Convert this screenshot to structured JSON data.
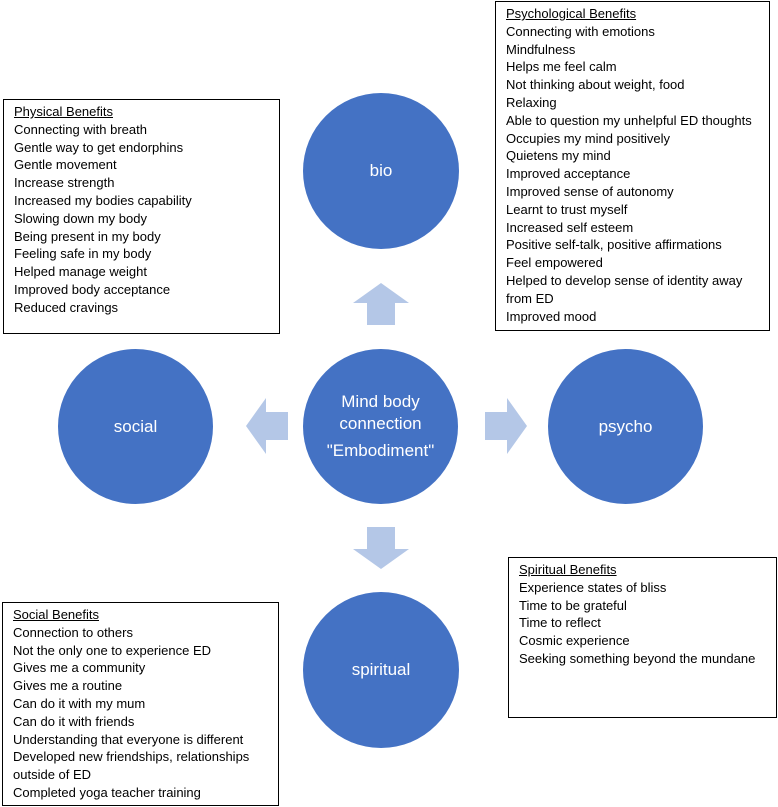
{
  "colors": {
    "circle": "#4472c4",
    "arrow": "#b4c7e7"
  },
  "nodes": {
    "center": {
      "line1": "Mind body",
      "line2": "connection",
      "line3": "\"Embodiment\""
    },
    "bio": "bio",
    "social": "social",
    "psycho": "psycho",
    "spiritual": "spiritual"
  },
  "physical": {
    "heading": "Physical Benefits",
    "items": [
      "Connecting with breath",
      "Gentle way to get endorphins",
      "Gentle movement",
      "Increase strength",
      "Increased my bodies capability",
      "Slowing down my body",
      "Being present in my body",
      "Feeling safe in my body",
      "Helped manage weight",
      "Improved body acceptance",
      "Reduced cravings"
    ]
  },
  "psychological": {
    "heading": "Psychological Benefits",
    "items": [
      "Connecting with emotions",
      "Mindfulness",
      "Helps me feel calm",
      "Not thinking about weight, food",
      "Relaxing",
      "Able to question my unhelpful ED thoughts",
      "Occupies my mind positively",
      "Quietens my mind",
      "Improved acceptance",
      "Improved sense of autonomy",
      "Learnt to trust myself",
      "Increased self esteem",
      "Positive self-talk, positive affirmations",
      "Feel empowered",
      "Helped to develop sense of identity away",
      "from ED",
      "Improved mood"
    ]
  },
  "spiritual_box": {
    "heading": "Spiritual Benefits",
    "items": [
      "Experience states of bliss",
      "Time to be grateful",
      "Time to reflect",
      "Cosmic experience",
      "Seeking something beyond the mundane"
    ]
  },
  "social_box": {
    "heading": "Social Benefits",
    "items": [
      "Connection to others",
      "Not the only one to experience ED",
      "Gives me a community",
      "Gives me a routine",
      "Can do it with my mum",
      "Can do it with friends",
      "Understanding that everyone is different",
      "Developed new friendships, relationships",
      "outside of ED",
      "Completed yoga teacher training"
    ]
  }
}
